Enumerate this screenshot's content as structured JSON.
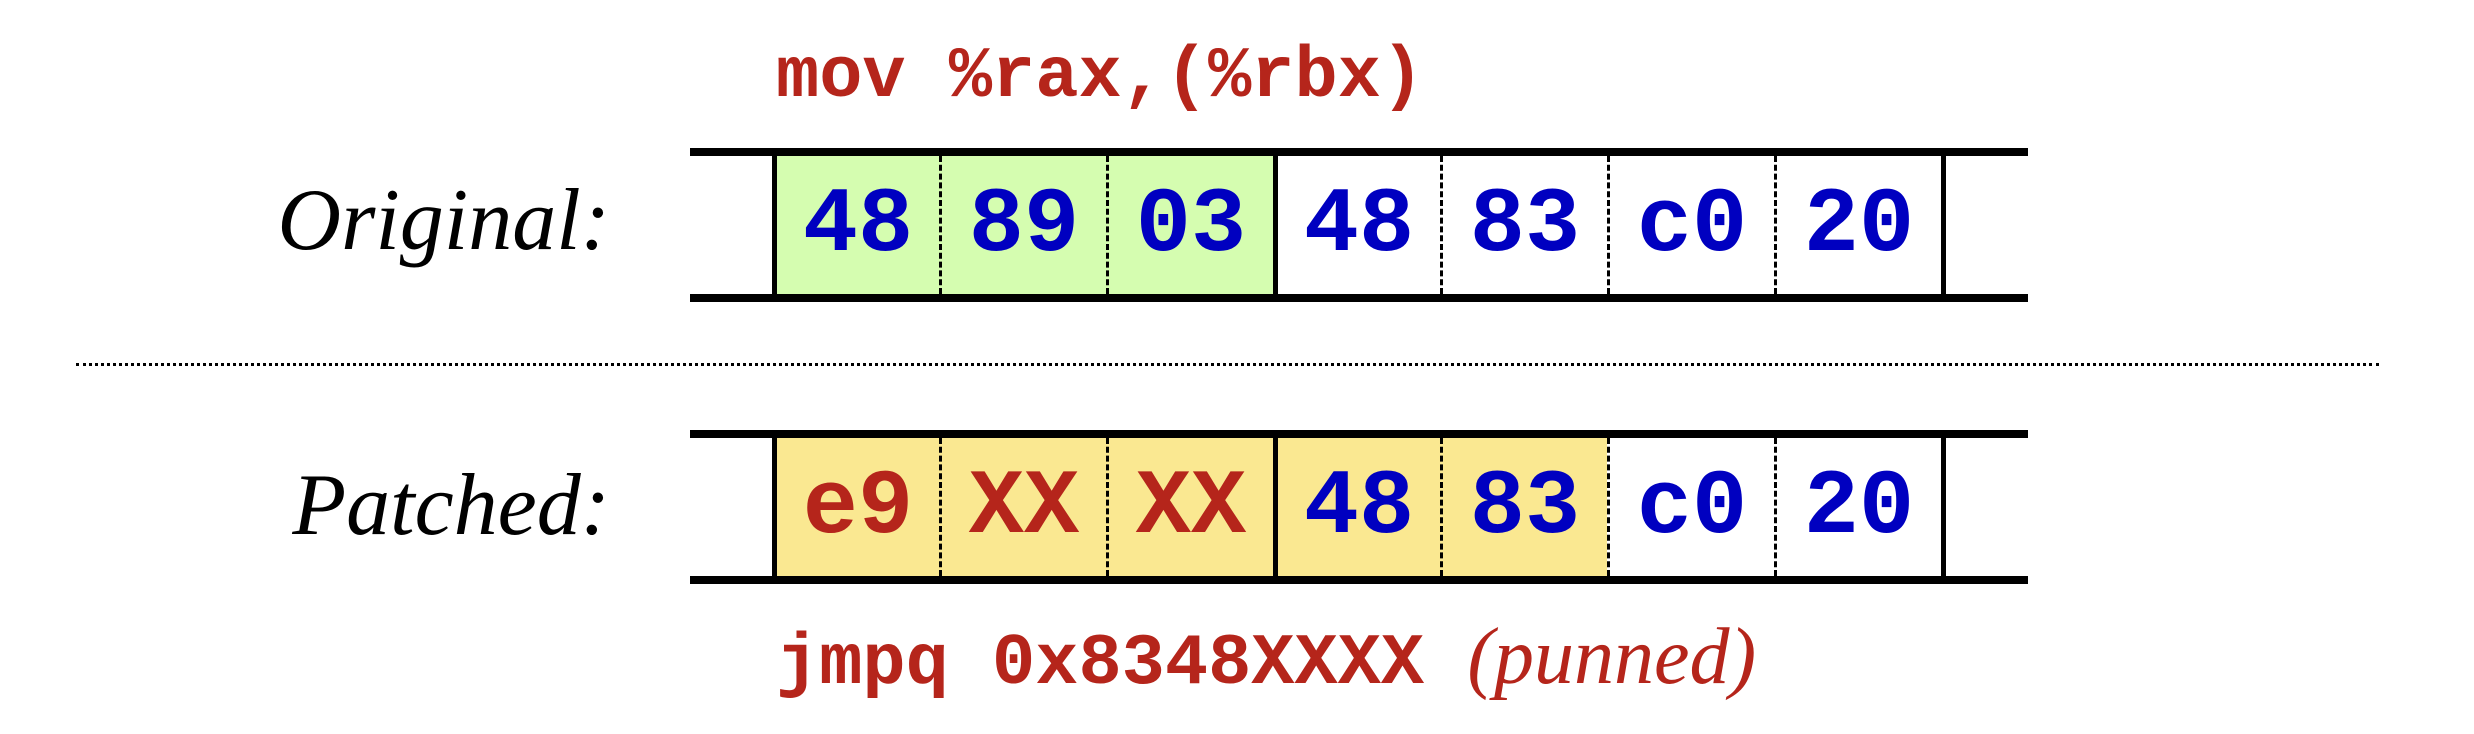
{
  "original": {
    "label": "Original:",
    "instruction": "mov %rax,(%rbx)",
    "bytes": [
      {
        "text": "48",
        "bg": "#d5fdb0",
        "color": "#0000c0"
      },
      {
        "text": "89",
        "bg": "#d5fdb0",
        "color": "#0000c0"
      },
      {
        "text": "03",
        "bg": "#d5fdb0",
        "color": "#0000c0"
      },
      {
        "text": "48",
        "bg": "#ffffff",
        "color": "#0000c0"
      },
      {
        "text": "83",
        "bg": "#ffffff",
        "color": "#0000c0"
      },
      {
        "text": "c0",
        "bg": "#ffffff",
        "color": "#0000c0"
      },
      {
        "text": "20",
        "bg": "#ffffff",
        "color": "#0000c0"
      }
    ]
  },
  "patched": {
    "label": "Patched:",
    "instruction": "jmpq 0x8348XXXX",
    "note": "(punned)",
    "bytes": [
      {
        "text": "e9",
        "bg": "#fae891",
        "color": "#b5251b"
      },
      {
        "text": "XX",
        "bg": "#fae891",
        "color": "#b5251b"
      },
      {
        "text": "XX",
        "bg": "#fae891",
        "color": "#b5251b"
      },
      {
        "text": "48",
        "bg": "#fae891",
        "color": "#0000c0"
      },
      {
        "text": "83",
        "bg": "#fae891",
        "color": "#0000c0"
      },
      {
        "text": "c0",
        "bg": "#ffffff",
        "color": "#0000c0"
      },
      {
        "text": "20",
        "bg": "#ffffff",
        "color": "#0000c0"
      }
    ]
  }
}
